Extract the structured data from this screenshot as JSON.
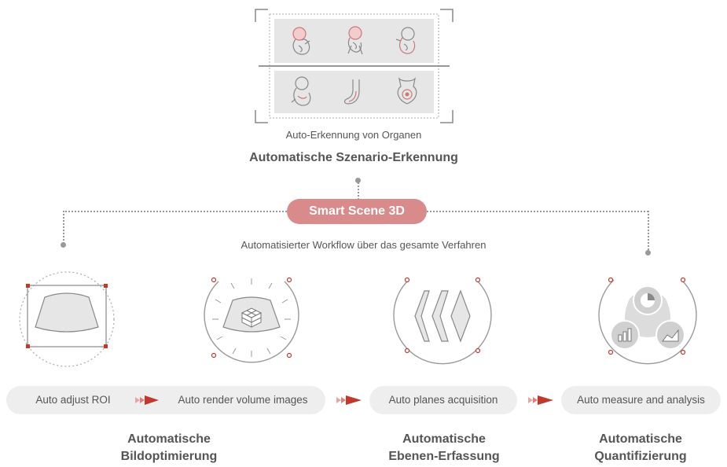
{
  "organ_panel": {
    "caption": "Auto-Erkennung von Organen",
    "title": "Automatische Szenario-Erkennung"
  },
  "center": {
    "badge": "Smart Scene 3D",
    "subtitle": "Automatisierter Workflow über das gesamte Verfahren"
  },
  "steps": [
    {
      "label": "Auto adjust ROI"
    },
    {
      "label": "Auto render volume images"
    },
    {
      "label": "Auto planes acquisition"
    },
    {
      "label": "Auto measure and analysis"
    }
  ],
  "groups": [
    {
      "line1": "Automatische",
      "line2": "Bildoptimierung"
    },
    {
      "line1": "Automatische",
      "line2": "Ebenen-Erfassung"
    },
    {
      "line1": "Automatische",
      "line2": "Quantifizierung"
    }
  ],
  "colors": {
    "accent": "#d98a8a",
    "accent_dark": "#c0392b",
    "pill_bg": "#eeeeee",
    "line": "#999999"
  },
  "icons": {
    "organs": [
      "fetus-icon",
      "fetus-icon",
      "fetus-icon",
      "fetus-icon",
      "uterus-icon",
      "cervix-icon"
    ],
    "circles": [
      "roi-icon",
      "volume-cube-icon",
      "planes-icon",
      "analysis-icon"
    ],
    "arrows": "double-chevron-arrow-icon"
  }
}
